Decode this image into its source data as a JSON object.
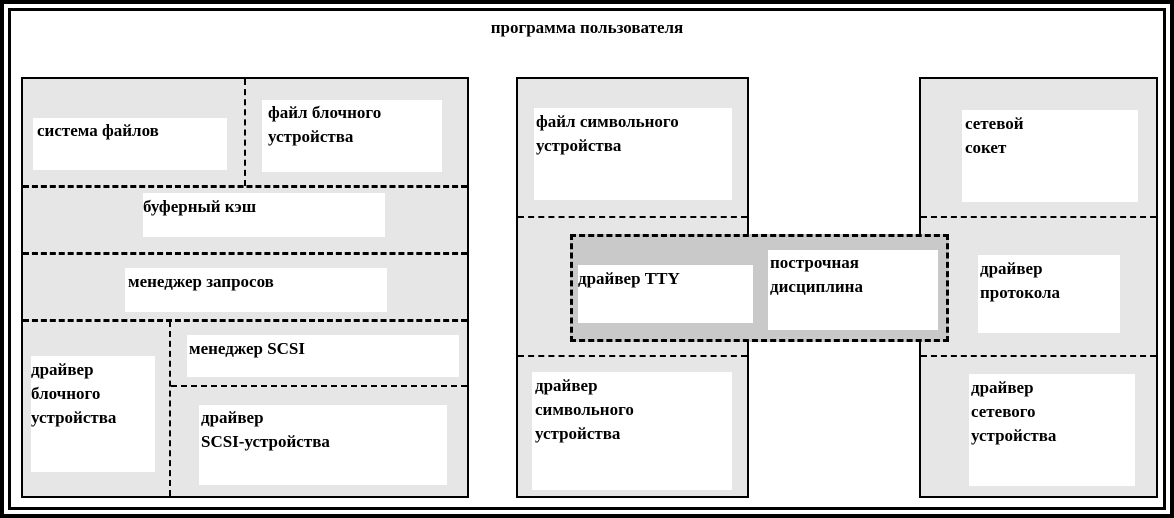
{
  "title": "программа пользователя",
  "left": {
    "filesystem": "система файлов",
    "block_file": "файл блочного\nустройства",
    "buffer_cache": "буферный кэш",
    "request_manager": "менеджер запросов",
    "block_driver": "драйвер\nблочного\nустройства",
    "scsi_manager": "менеджер SCSI",
    "scsi_driver": "драйвер\nSCSI-устройства"
  },
  "middle": {
    "char_file": "файл символьного\nустройства",
    "tty_driver": "драйвер TTY",
    "line_discipline": "построчная\nдисциплина",
    "char_driver": "драйвер\nсимвольного\nустройства"
  },
  "right": {
    "socket": "сетевой\nсокет",
    "protocol_driver": "драйвер\nпротокола",
    "net_driver": "драйвер\nсетевого\nустройства"
  }
}
